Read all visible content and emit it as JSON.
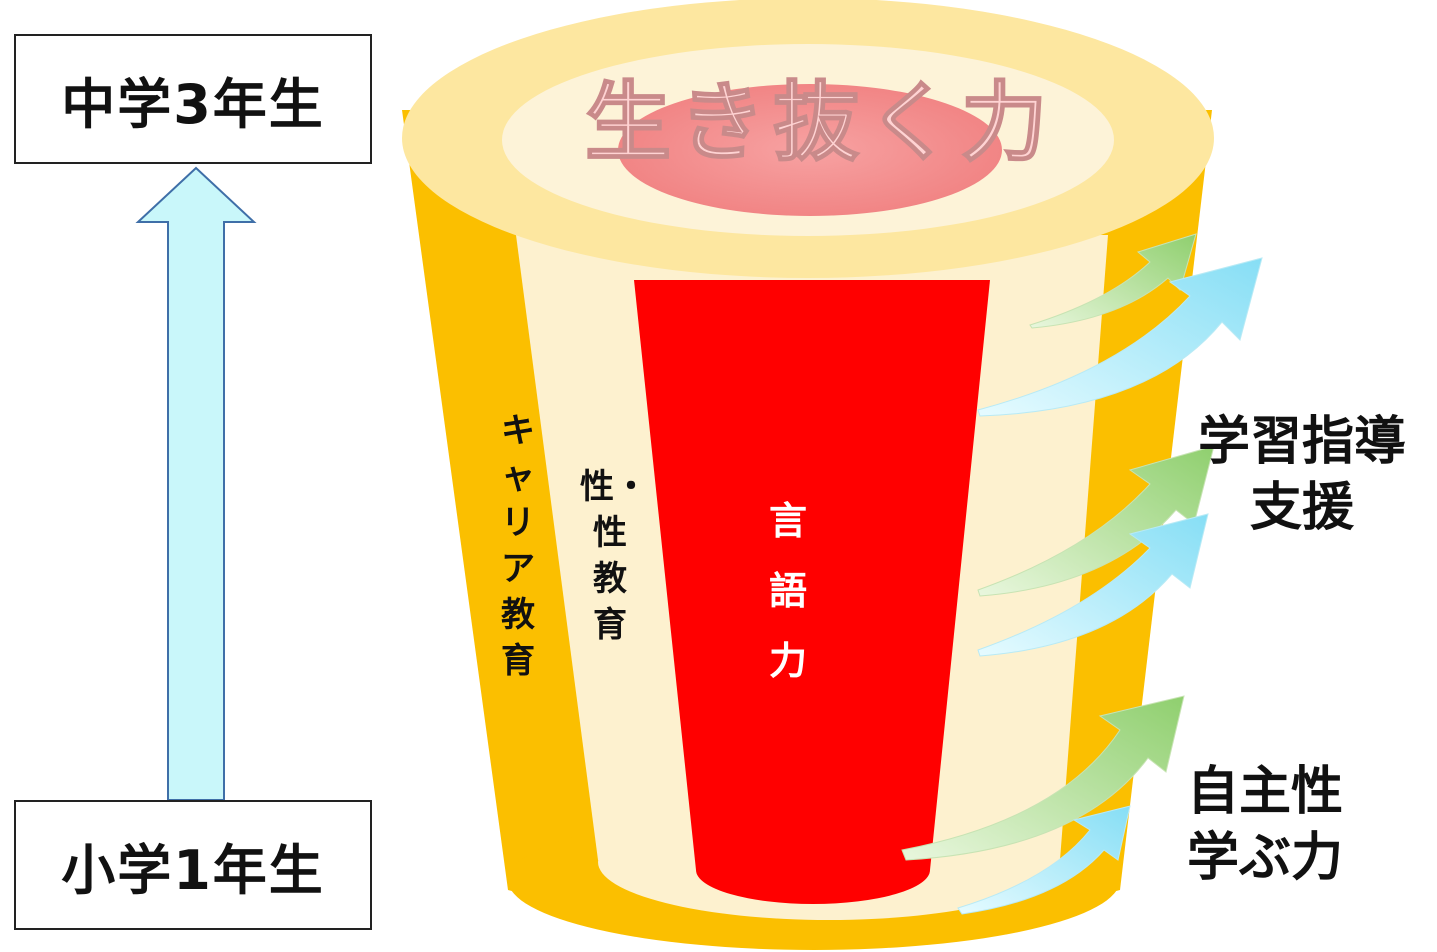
{
  "grades": {
    "top": "中学3年生",
    "bottom": "小学1年生"
  },
  "cylinder": {
    "title": "生き抜く力",
    "layers": {
      "outer": "キャリア教育",
      "middle": "性・性教育",
      "inner": "言語力"
    }
  },
  "supports": {
    "learning": [
      "学習指導",
      "支援"
    ],
    "autonomy": [
      "自主性",
      "学ぶ力"
    ]
  },
  "colors": {
    "outer_layer": "#fbbf00",
    "middle_layer": "#fdf1cf",
    "inner_layer": "#ff0000",
    "core_top": "#f79a9a",
    "rim": "#fde7a0",
    "arrow_green": "#a8d88c",
    "arrow_blue": "#9fe6f7",
    "progress_arrow": "#c9f7fa"
  }
}
